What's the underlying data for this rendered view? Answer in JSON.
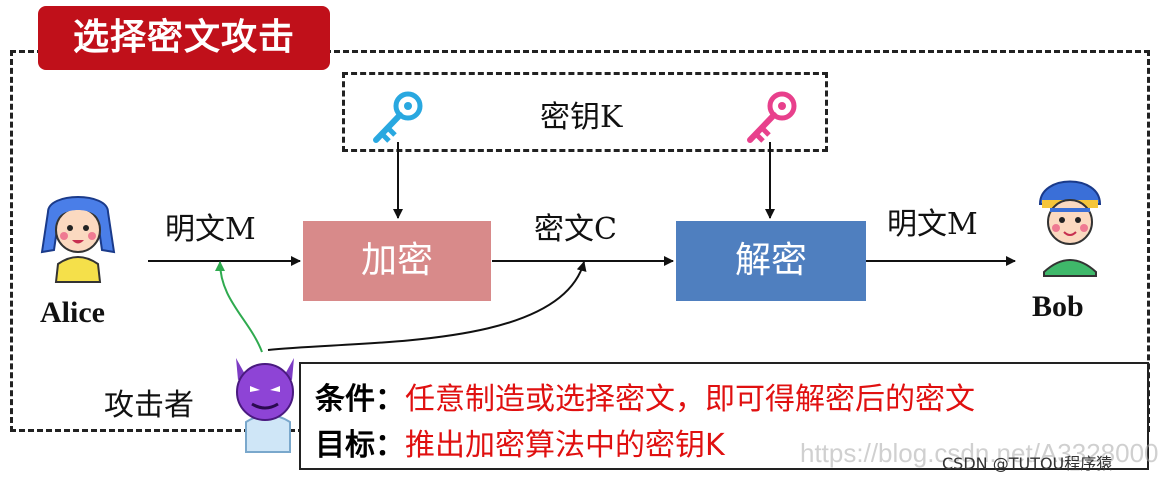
{
  "title": "选择密文攻击",
  "key_label": "密钥K",
  "encrypt_label": "加密",
  "decrypt_label": "解密",
  "plaintext_in": "明文M",
  "ciphertext": "密文C",
  "plaintext_out": "明文M",
  "sender": "Alice",
  "receiver": "Bob",
  "attacker": "攻击者",
  "condition": {
    "key": "条件：",
    "value": "任意制造或选择密文，即可得解密后的密文"
  },
  "goal": {
    "key": "目标：",
    "value": "推出加密算法中的密钥K"
  },
  "watermark": "https://blog.csdn.net/A3328000",
  "credit": "CSDN @TUTOU程序猿",
  "icons": {
    "left_key": "key-icon-blue",
    "right_key": "key-icon-pink",
    "alice": "girl-avatar-icon",
    "bob": "boy-avatar-icon",
    "attacker": "devil-attacker-icon"
  },
  "colors": {
    "title_bg": "#c0101a",
    "encrypt_box": "#d88a8a",
    "decrypt_box": "#4f7fbf",
    "condition_text": "#e01010",
    "key_blue": "#29a8e0",
    "key_pink": "#e8408c",
    "arrow_green": "#2faa4f"
  }
}
